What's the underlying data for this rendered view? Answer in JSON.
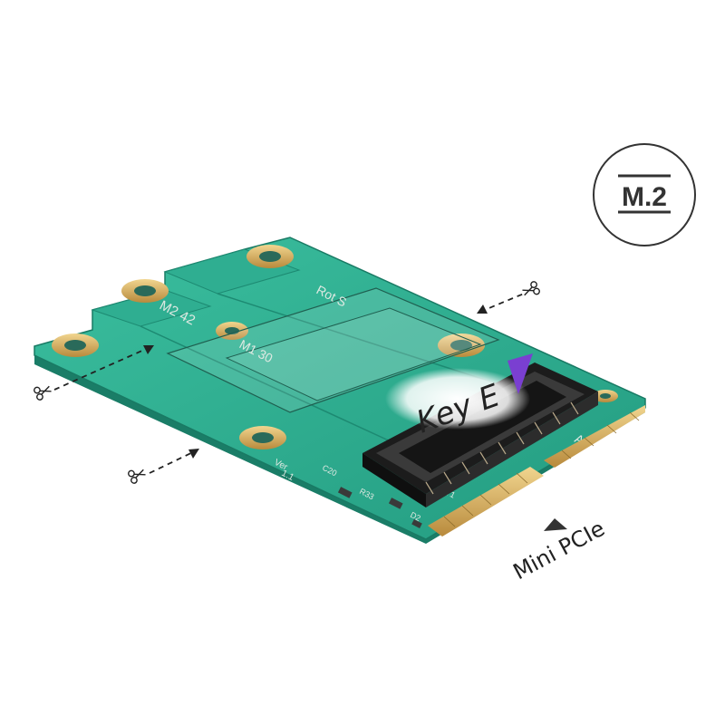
{
  "badge": {
    "text": "M.2"
  },
  "labels": {
    "key": "Key E",
    "interface": "Mini PCIe"
  },
  "silkscreen": {
    "m2_42": "M2 42",
    "m1_30": "M1 30",
    "rot_s": "Rot S",
    "ver": "Ver",
    "ver_num": "1.1",
    "c20": "C20",
    "r33": "R33",
    "d2": "D2",
    "t1": "T1",
    "a1": "A"
  },
  "icons": [
    "scissors-icon",
    "scissors-icon",
    "scissors-icon",
    "key-marker-icon",
    "arrow-icon"
  ],
  "colors": {
    "pcb": "#2ea98f",
    "pcb_dark": "#1d8a72",
    "gold": "#d7b46a",
    "connector": "#2a2a2a",
    "key_marker": "#7a3fd1",
    "badge_ring": "#333333"
  }
}
